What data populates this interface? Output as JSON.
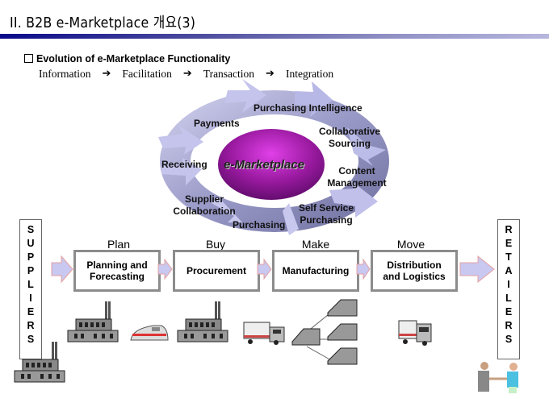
{
  "header": {
    "title": "II. B2B e-Marketplace 개요(3)"
  },
  "section": {
    "heading": "Evolution of e-Marketplace Functionality",
    "bullet_icon": "hollow-square-icon",
    "evolution_stages": [
      "Information",
      "Facilitation",
      "Transaction",
      "Integration"
    ],
    "stage_arrow_icon": "right-arrow-icon"
  },
  "cycle": {
    "center": "e-Marketplace",
    "items": [
      "Purchasing Intelligence",
      "Collaborative Sourcing",
      "Content Management",
      "Self Service Purchasing",
      "Purchasing",
      "Supplier Collaboration",
      "Receiving",
      "Payments"
    ],
    "colors": {
      "ring": "#a9a9d6",
      "core": "#8b1a8f"
    }
  },
  "supply_chain": {
    "left_label": "SUPPLIERS",
    "right_label": "RETAILERS",
    "stages": [
      {
        "title": "Plan",
        "box": "Planning and Forecasting"
      },
      {
        "title": "Buy",
        "box": "Procurement"
      },
      {
        "title": "Make",
        "box": "Manufacturing"
      },
      {
        "title": "Move",
        "box": "Distribution and Logistics"
      }
    ],
    "colors": {
      "arrow_fill": "#c8c8f0",
      "arrow_stroke": "#e6a0a0",
      "box_border": "#8c8c8c"
    }
  },
  "illustrations": [
    "factory-icon",
    "train-icon",
    "factory-icon",
    "truck-icon",
    "warehouse-network-icon",
    "truck-icon",
    "factory-icon",
    "handshake-icon"
  ]
}
